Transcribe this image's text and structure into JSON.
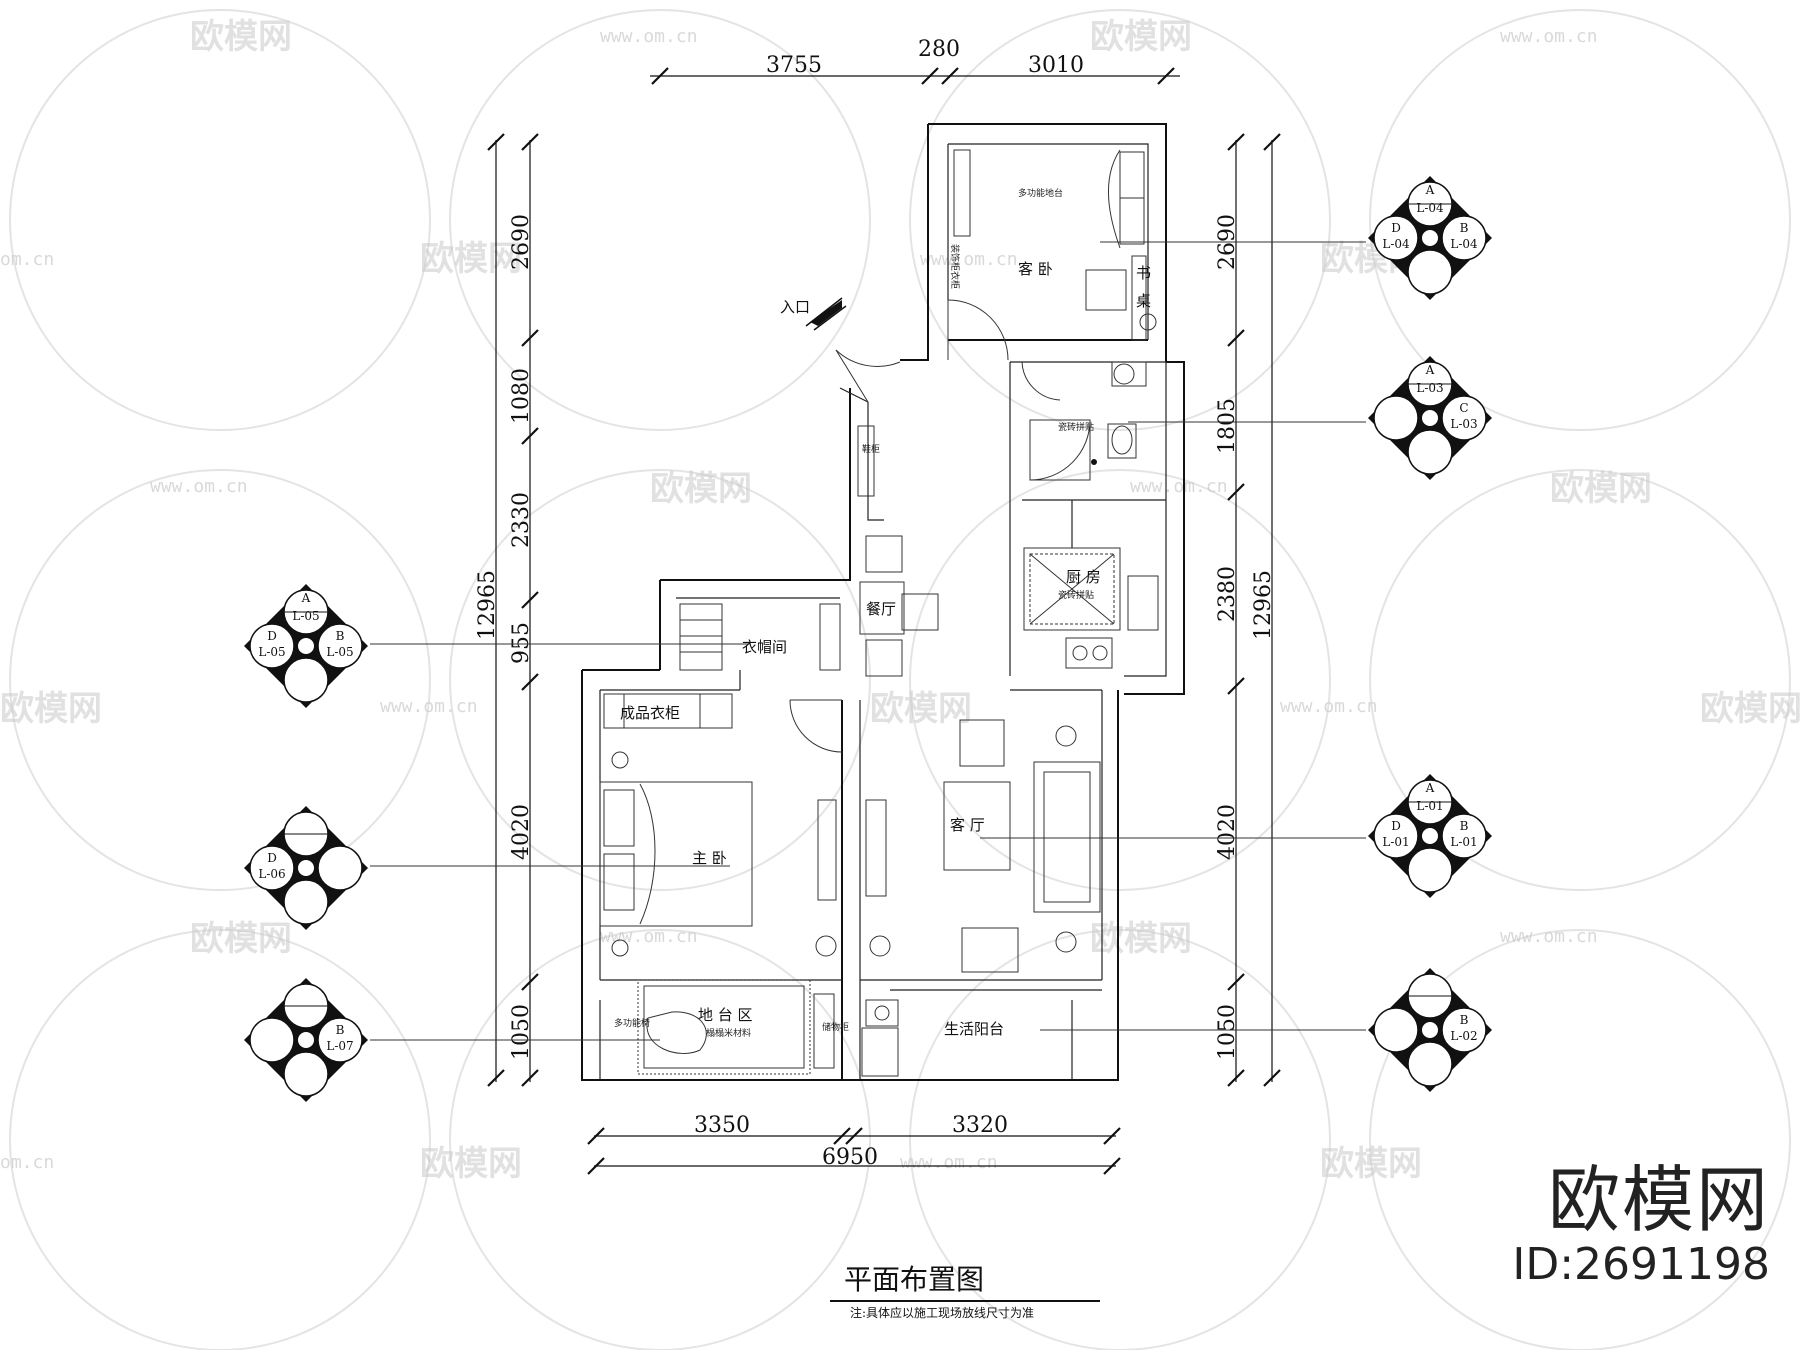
{
  "drawing": {
    "title": "平面布置图",
    "note": "注:具体应以施工现场放线尺寸为准"
  },
  "brand": {
    "name": "欧模网",
    "id_text": "ID:2691198"
  },
  "watermark": {
    "logo_text": "欧模网",
    "url_text": "www.om.cn",
    "url_partial": "om.cn"
  },
  "entrance_label": "入口",
  "rooms": {
    "guest_bedroom": "客 卧",
    "multi_tatami": "多功能地台",
    "desk": "书",
    "desk_2": "桌",
    "wardrobe_side": "装饰柜衣柜",
    "bathroom_floor": "瓷砖拼贴",
    "shoe_cabinet": "鞋柜",
    "kitchen": "厨 房",
    "kitchen_floor": "瓷砖拼贴",
    "dining": "餐厅",
    "walkin_closet": "衣帽间",
    "ready_wardrobe": "成品衣柜",
    "master_bedroom": "主 卧",
    "living_room": "客 厅",
    "tatami_area": "地 台 区",
    "tatami_floor": "榻榻米材料",
    "multi_seat": "多功能椅",
    "storage_cabinet": "储物柜",
    "balcony": "生活阳台"
  },
  "dimensions": {
    "top": [
      "3755",
      "280",
      "3010"
    ],
    "bottom": [
      "3350",
      "3320"
    ],
    "bottom_total": "6950",
    "left_total": "12965",
    "left": [
      "2690",
      "1080",
      "2330",
      "955",
      "4020",
      "1050"
    ],
    "right_total": "12965",
    "right": [
      "2690",
      "1805",
      "2380",
      "4020",
      "1050"
    ]
  },
  "elevation_markers": [
    {
      "id": "r1",
      "tags": [
        "A",
        "L-04",
        "D",
        "L-04",
        "B",
        "L-04"
      ]
    },
    {
      "id": "r2",
      "tags": [
        "A",
        "L-03",
        "",
        "",
        "C",
        "L-03"
      ]
    },
    {
      "id": "r3",
      "tags": [
        "A",
        "L-01",
        "D",
        "L-01",
        "B",
        "L-01"
      ]
    },
    {
      "id": "r4",
      "tags": [
        "",
        "",
        "",
        "",
        "B",
        "L-02"
      ]
    },
    {
      "id": "l1",
      "tags": [
        "A",
        "L-05",
        "D",
        "L-05",
        "B",
        "L-05"
      ]
    },
    {
      "id": "l2",
      "tags": [
        "",
        "",
        "D",
        "L-06",
        "",
        ""
      ]
    },
    {
      "id": "l3",
      "tags": [
        "",
        "",
        "",
        "",
        "B",
        "L-07"
      ]
    }
  ]
}
